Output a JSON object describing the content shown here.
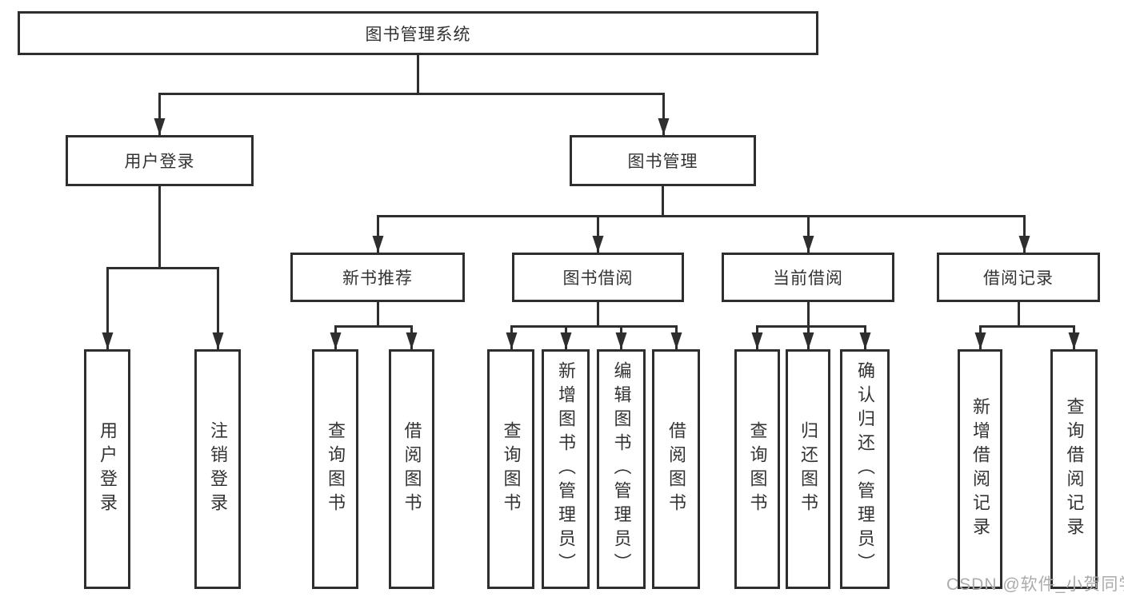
{
  "nodes": {
    "root": "图书管理系统",
    "user_login": "用户登录",
    "book_mgmt": "图书管理",
    "new_book_rec": "新书推荐",
    "book_borrow": "图书借阅",
    "current_borrow": "当前借阅",
    "borrow_records": "借阅记录",
    "leaf_user_login": "用户登录",
    "leaf_logout": "注销登录",
    "leaf_nbr_query": "查询图书",
    "leaf_nbr_borrow": "借阅图书",
    "leaf_bb_query": "查询图书",
    "leaf_bb_add": "新增图书（管理员）",
    "leaf_bb_edit": "编辑图书（管理员）",
    "leaf_bb_borrow": "借阅图书",
    "leaf_cb_query": "查询图书",
    "leaf_cb_return": "归还图书",
    "leaf_cb_confirm": "确认归还（管理员）",
    "leaf_br_add": "新增借阅记录",
    "leaf_br_query": "查询借阅记录"
  },
  "watermark": "CSDN @软件_小贺同学",
  "colors": {
    "line": "#2e2e2e",
    "text": "#333333",
    "watermark": "#ababab",
    "background": "#ffffff"
  }
}
